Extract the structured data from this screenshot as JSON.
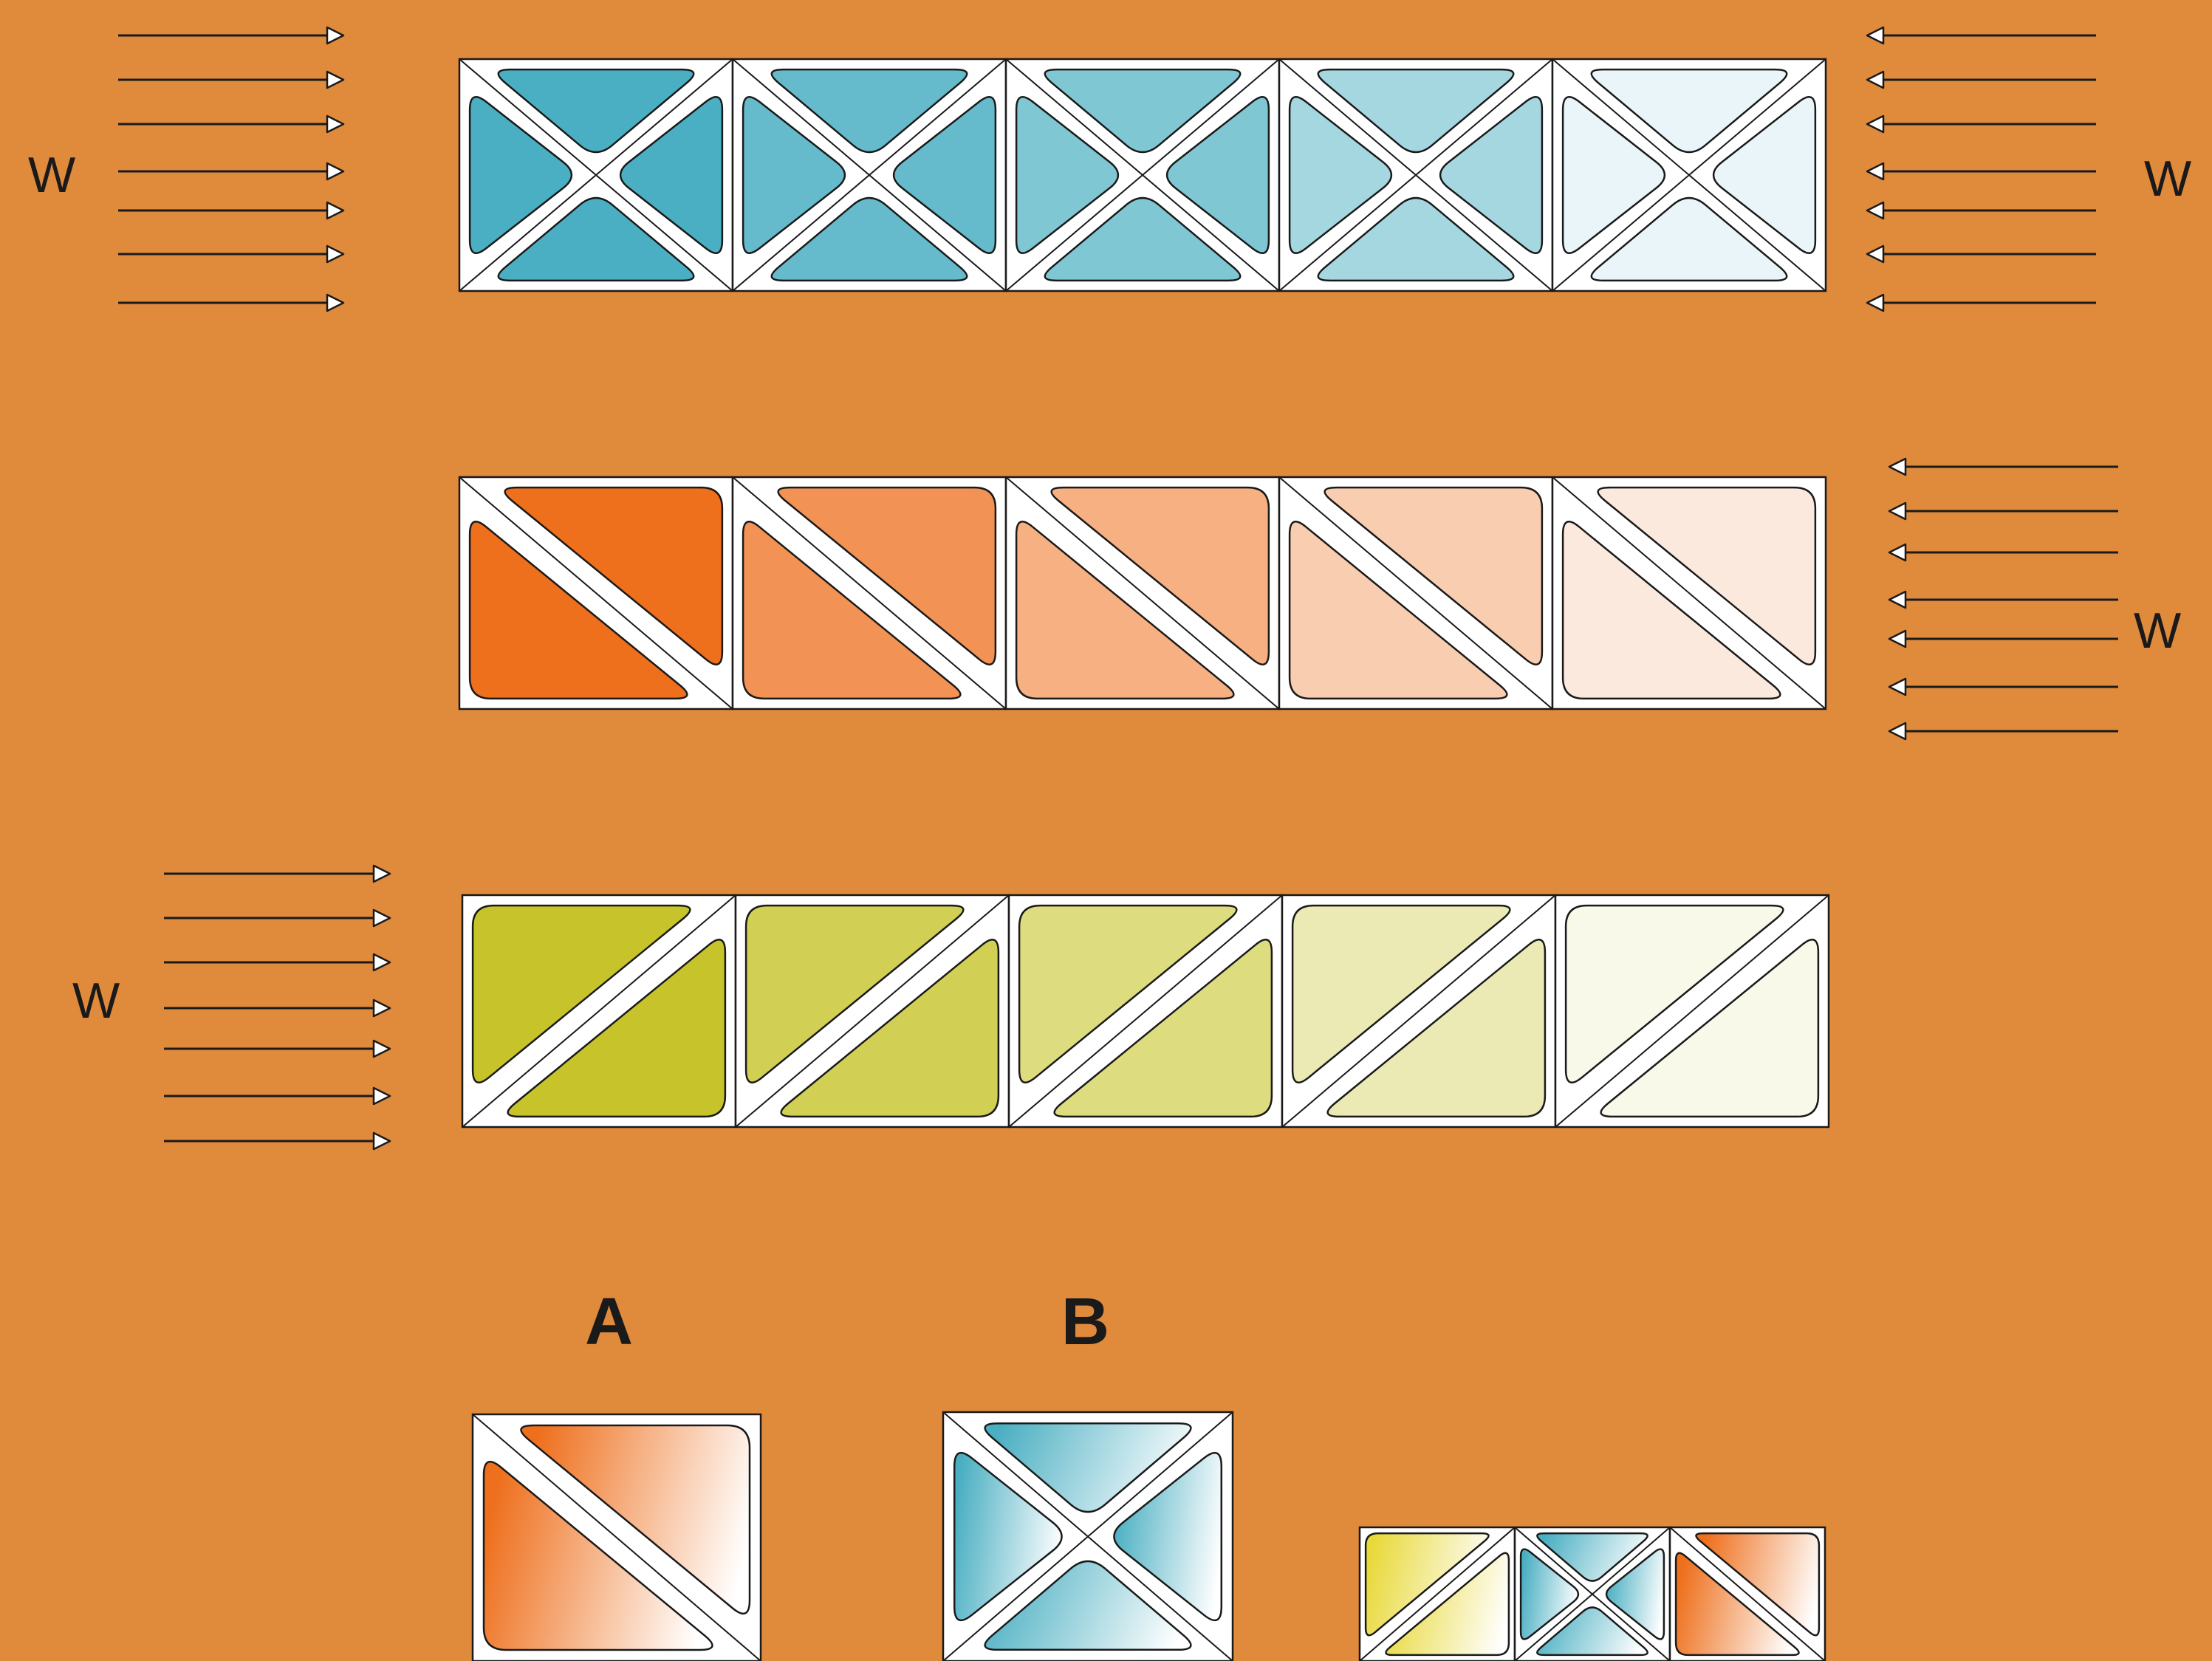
{
  "labels": {
    "w_top_left": "W",
    "w_top_right": "W",
    "w_middle_right": "W",
    "w_bottom_left": "W",
    "panel_a": "A",
    "panel_b": "B"
  },
  "colors": {
    "background": "#E08A3C",
    "cyan": "#4AAFC2",
    "orange": "#EE6F1C",
    "olive": "#C6C42A",
    "yellow": "#E8D93A",
    "stroke": "#1a1a1a",
    "white": "#FFFFFF"
  },
  "rows": [
    {
      "name": "x-braced-row",
      "pattern": "X",
      "color": "cyan",
      "arrows": [
        "right",
        "left"
      ],
      "intensity": [
        1.0,
        0.85,
        0.7,
        0.5,
        0.12
      ]
    },
    {
      "name": "diagonal-down-row",
      "pattern": "D1",
      "color": "orange",
      "arrows": [
        "left"
      ],
      "intensity": [
        1.0,
        0.75,
        0.55,
        0.35,
        0.15
      ]
    },
    {
      "name": "diagonal-up-row",
      "pattern": "D2",
      "color": "olive",
      "arrows": [
        "right"
      ],
      "intensity": [
        1.0,
        0.8,
        0.6,
        0.35,
        0.1
      ]
    }
  ],
  "examples": [
    {
      "name": "panel-a",
      "pattern": "D1",
      "color": "orange"
    },
    {
      "name": "panel-b",
      "pattern": "X",
      "color": "cyan"
    }
  ],
  "combo": [
    {
      "pattern": "D2",
      "color": "yellow"
    },
    {
      "pattern": "X",
      "color": "cyan"
    },
    {
      "pattern": "D1",
      "color": "orange"
    }
  ]
}
